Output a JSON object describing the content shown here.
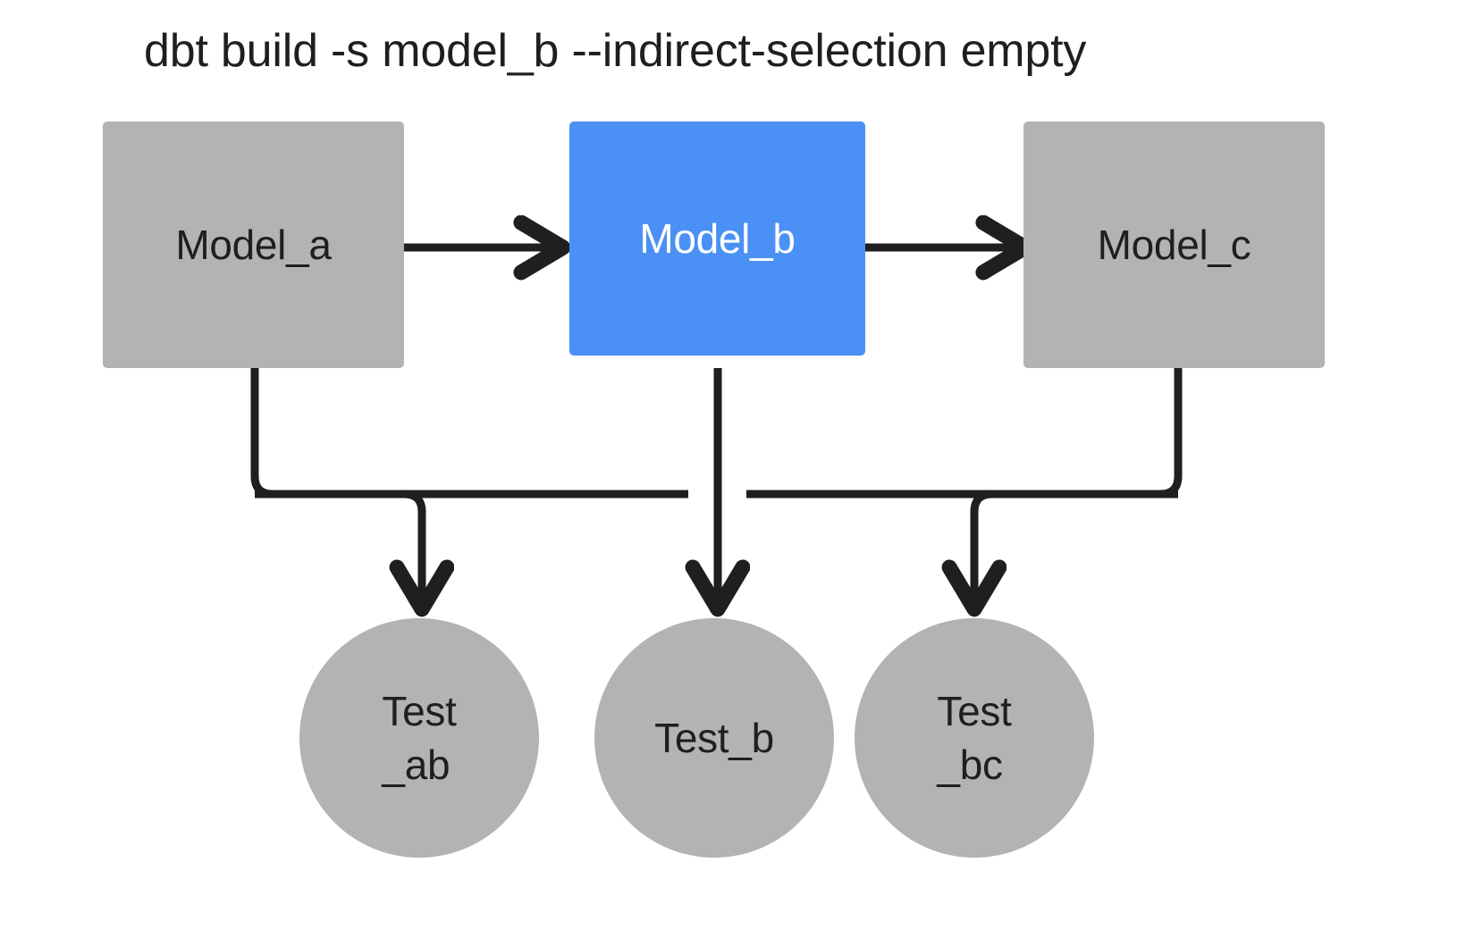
{
  "diagram": {
    "title": "dbt build -s model_b --indirect-selection empty",
    "background": "#ffffff",
    "colors": {
      "selected": "#4a90f5",
      "unselected": "#b3b3b3",
      "edge": "#1f1f1f",
      "text_dark": "#1f1f1f",
      "text_light": "#ffffff"
    },
    "models": [
      {
        "id": "model_a",
        "label": "Model_a",
        "state": "unselected",
        "fill": "#b3b3b3",
        "text_color": "#1f1f1f"
      },
      {
        "id": "model_b",
        "label": "Model_b",
        "state": "selected",
        "fill": "#4a90f5",
        "text_color": "#ffffff"
      },
      {
        "id": "model_c",
        "label": "Model_c",
        "state": "unselected",
        "fill": "#b3b3b3",
        "text_color": "#1f1f1f"
      }
    ],
    "tests": [
      {
        "id": "test_ab",
        "label": "Test\n_ab",
        "state": "unselected",
        "fill": "#b3b3b3",
        "text_color": "#1f1f1f"
      },
      {
        "id": "test_b",
        "label": "Test_b",
        "state": "unselected",
        "fill": "#b3b3b3",
        "text_color": "#1f1f1f"
      },
      {
        "id": "test_bc",
        "label": "Test\n_bc",
        "state": "unselected",
        "fill": "#b3b3b3",
        "text_color": "#1f1f1f"
      }
    ],
    "edges": [
      {
        "id": "model_a-to-model_b",
        "from": "model_a",
        "to": "model_b",
        "kind": "arrow"
      },
      {
        "id": "model_b-to-model_c",
        "from": "model_b",
        "to": "model_c",
        "kind": "arrow"
      },
      {
        "id": "model_a-to-test_ab",
        "from": "model_a",
        "to": "test_ab",
        "kind": "arrow"
      },
      {
        "id": "model_b-to-test_ab",
        "from": "model_b",
        "to": "test_ab",
        "kind": "arrow"
      },
      {
        "id": "model_b-to-test_b",
        "from": "model_b",
        "to": "test_b",
        "kind": "arrow"
      },
      {
        "id": "model_b-to-test_bc",
        "from": "model_b",
        "to": "test_bc",
        "kind": "arrow"
      },
      {
        "id": "model_c-to-test_bc",
        "from": "model_c",
        "to": "test_bc",
        "kind": "arrow"
      }
    ]
  }
}
